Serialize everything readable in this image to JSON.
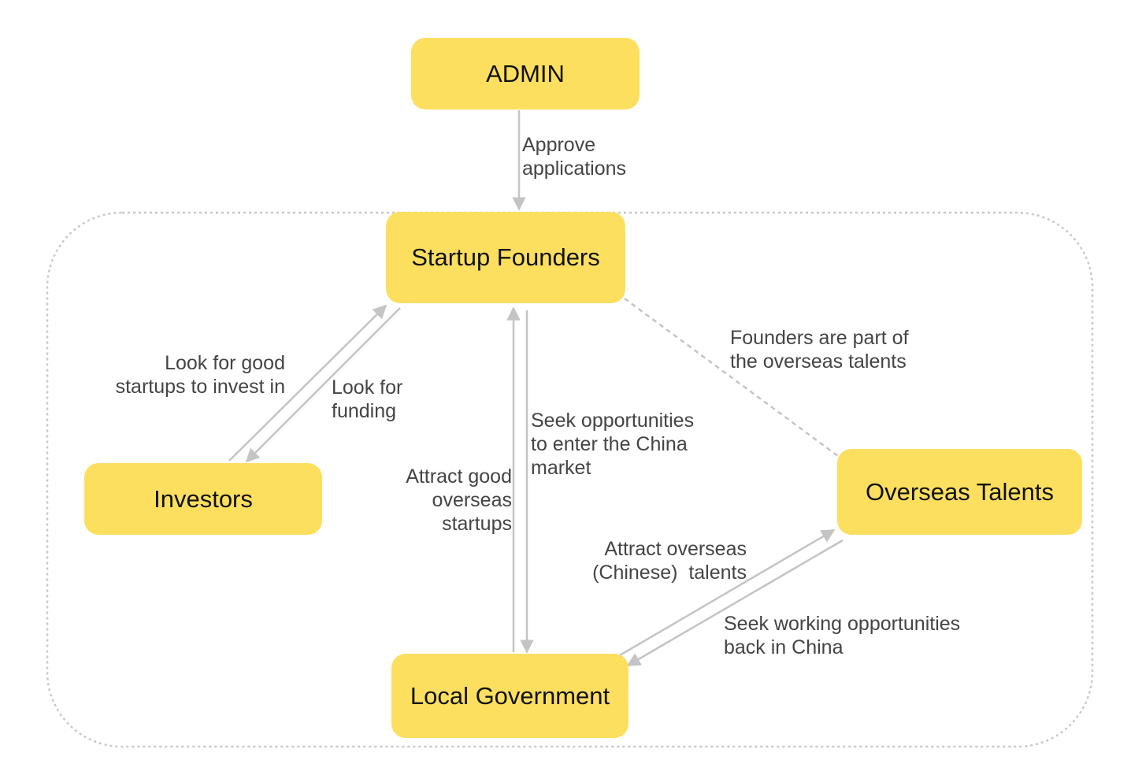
{
  "nodes": {
    "admin": "ADMIN",
    "startup_founders": "Startup Founders",
    "investors": "Investors",
    "overseas_talents": "Overseas Talents",
    "local_government": "Local Government"
  },
  "edges": {
    "admin_to_founders": "Approve\napplications",
    "investors_to_founders": "Look for good\nstartups to invest in",
    "founders_to_investors": "Look for\nfunding",
    "founders_to_government": "Seek opportunities\nto enter the China\nmarket",
    "government_to_founders": "Attract good\noverseas\nstartups",
    "founders_talents_relation": "Founders are part of\nthe overseas talents",
    "government_to_talents": "Attract overseas\n(Chinese)  talents",
    "talents_to_government": "Seek working opportunities\nback in China"
  },
  "colors": {
    "node_fill": "#fddf5f",
    "node_text": "#111111",
    "edge": "#c4c4c4",
    "label_text": "#444444",
    "boundary": "#c8c8c8"
  }
}
